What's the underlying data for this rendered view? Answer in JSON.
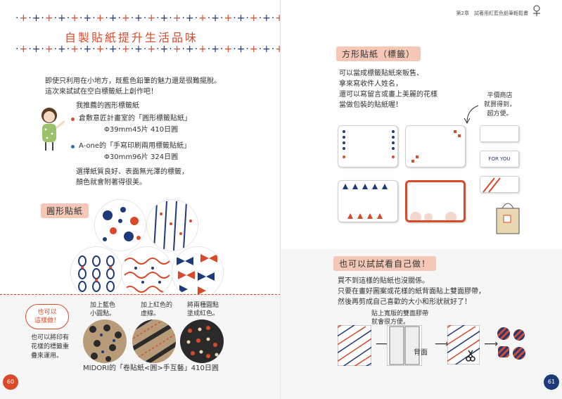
{
  "left": {
    "title": "自製貼紙提升生活品味",
    "intro": "即使只利用在小地方，既藍色鉛筆的魅力還是很難擺脫。\n這次來試試在空白標籤紙上創作吧！",
    "recommend_label": "我推薦的圓形標籤紙",
    "item1_name": "倉敷意匠計畫室的「圓形標籤貼紙」",
    "item1_spec": "Φ39mm45片 410日圓",
    "item2_name": "A-one的「手寫印刷兩用標籤貼紙」",
    "item2_spec": "Φ30mm96片 324日圓",
    "item_note": "選擇紙質良好、表面無光澤的標籤，\n顏色就會附著得很美。",
    "section_label": "圓形貼紙",
    "bubble": "也可以\n這樣做！",
    "bubble_note": "也可以將印有\n花樣的標籤重\n疊來運用。",
    "cap1": "加上藍色\n小圓點。",
    "cap2": "加上紅色的\n虛線。",
    "cap3": "將兩種圓點\n塗成紅色。",
    "product": "MIDORI的「卷貼紙<圓>手互藝」410日圓",
    "page_number": "60"
  },
  "right": {
    "header": "第2章　試著用紅藍色鉛筆輕鬆畫",
    "section1_label": "方形貼紙（標籤）",
    "section1_text": "可以當成標籤貼紙來販售、\n拿來寫收件人姓名，\n還可以寫留言或畫上美麗的花樣\n當做包裝的貼紙喔！",
    "shop_note": "平價商店\n就買得到，\n超方便。",
    "gift_tag": "FOR YOU",
    "section2_label": "也可以試試看自己做！",
    "section2_text": "買不到這樣的貼紙也沒關係。\n只要在畫好圖案或花樣的紙背面貼上雙面膠帶，\n然後再剪成自己喜歡的大小和形狀就好了！",
    "tape_note": "貼上寬版的雙面膠帶\n就會很方便。",
    "back_label": "背面",
    "page_number": "61"
  },
  "colors": {
    "red": "#d94a2a",
    "navy": "#1f3a7a",
    "highlight": "#f4c7b7"
  }
}
